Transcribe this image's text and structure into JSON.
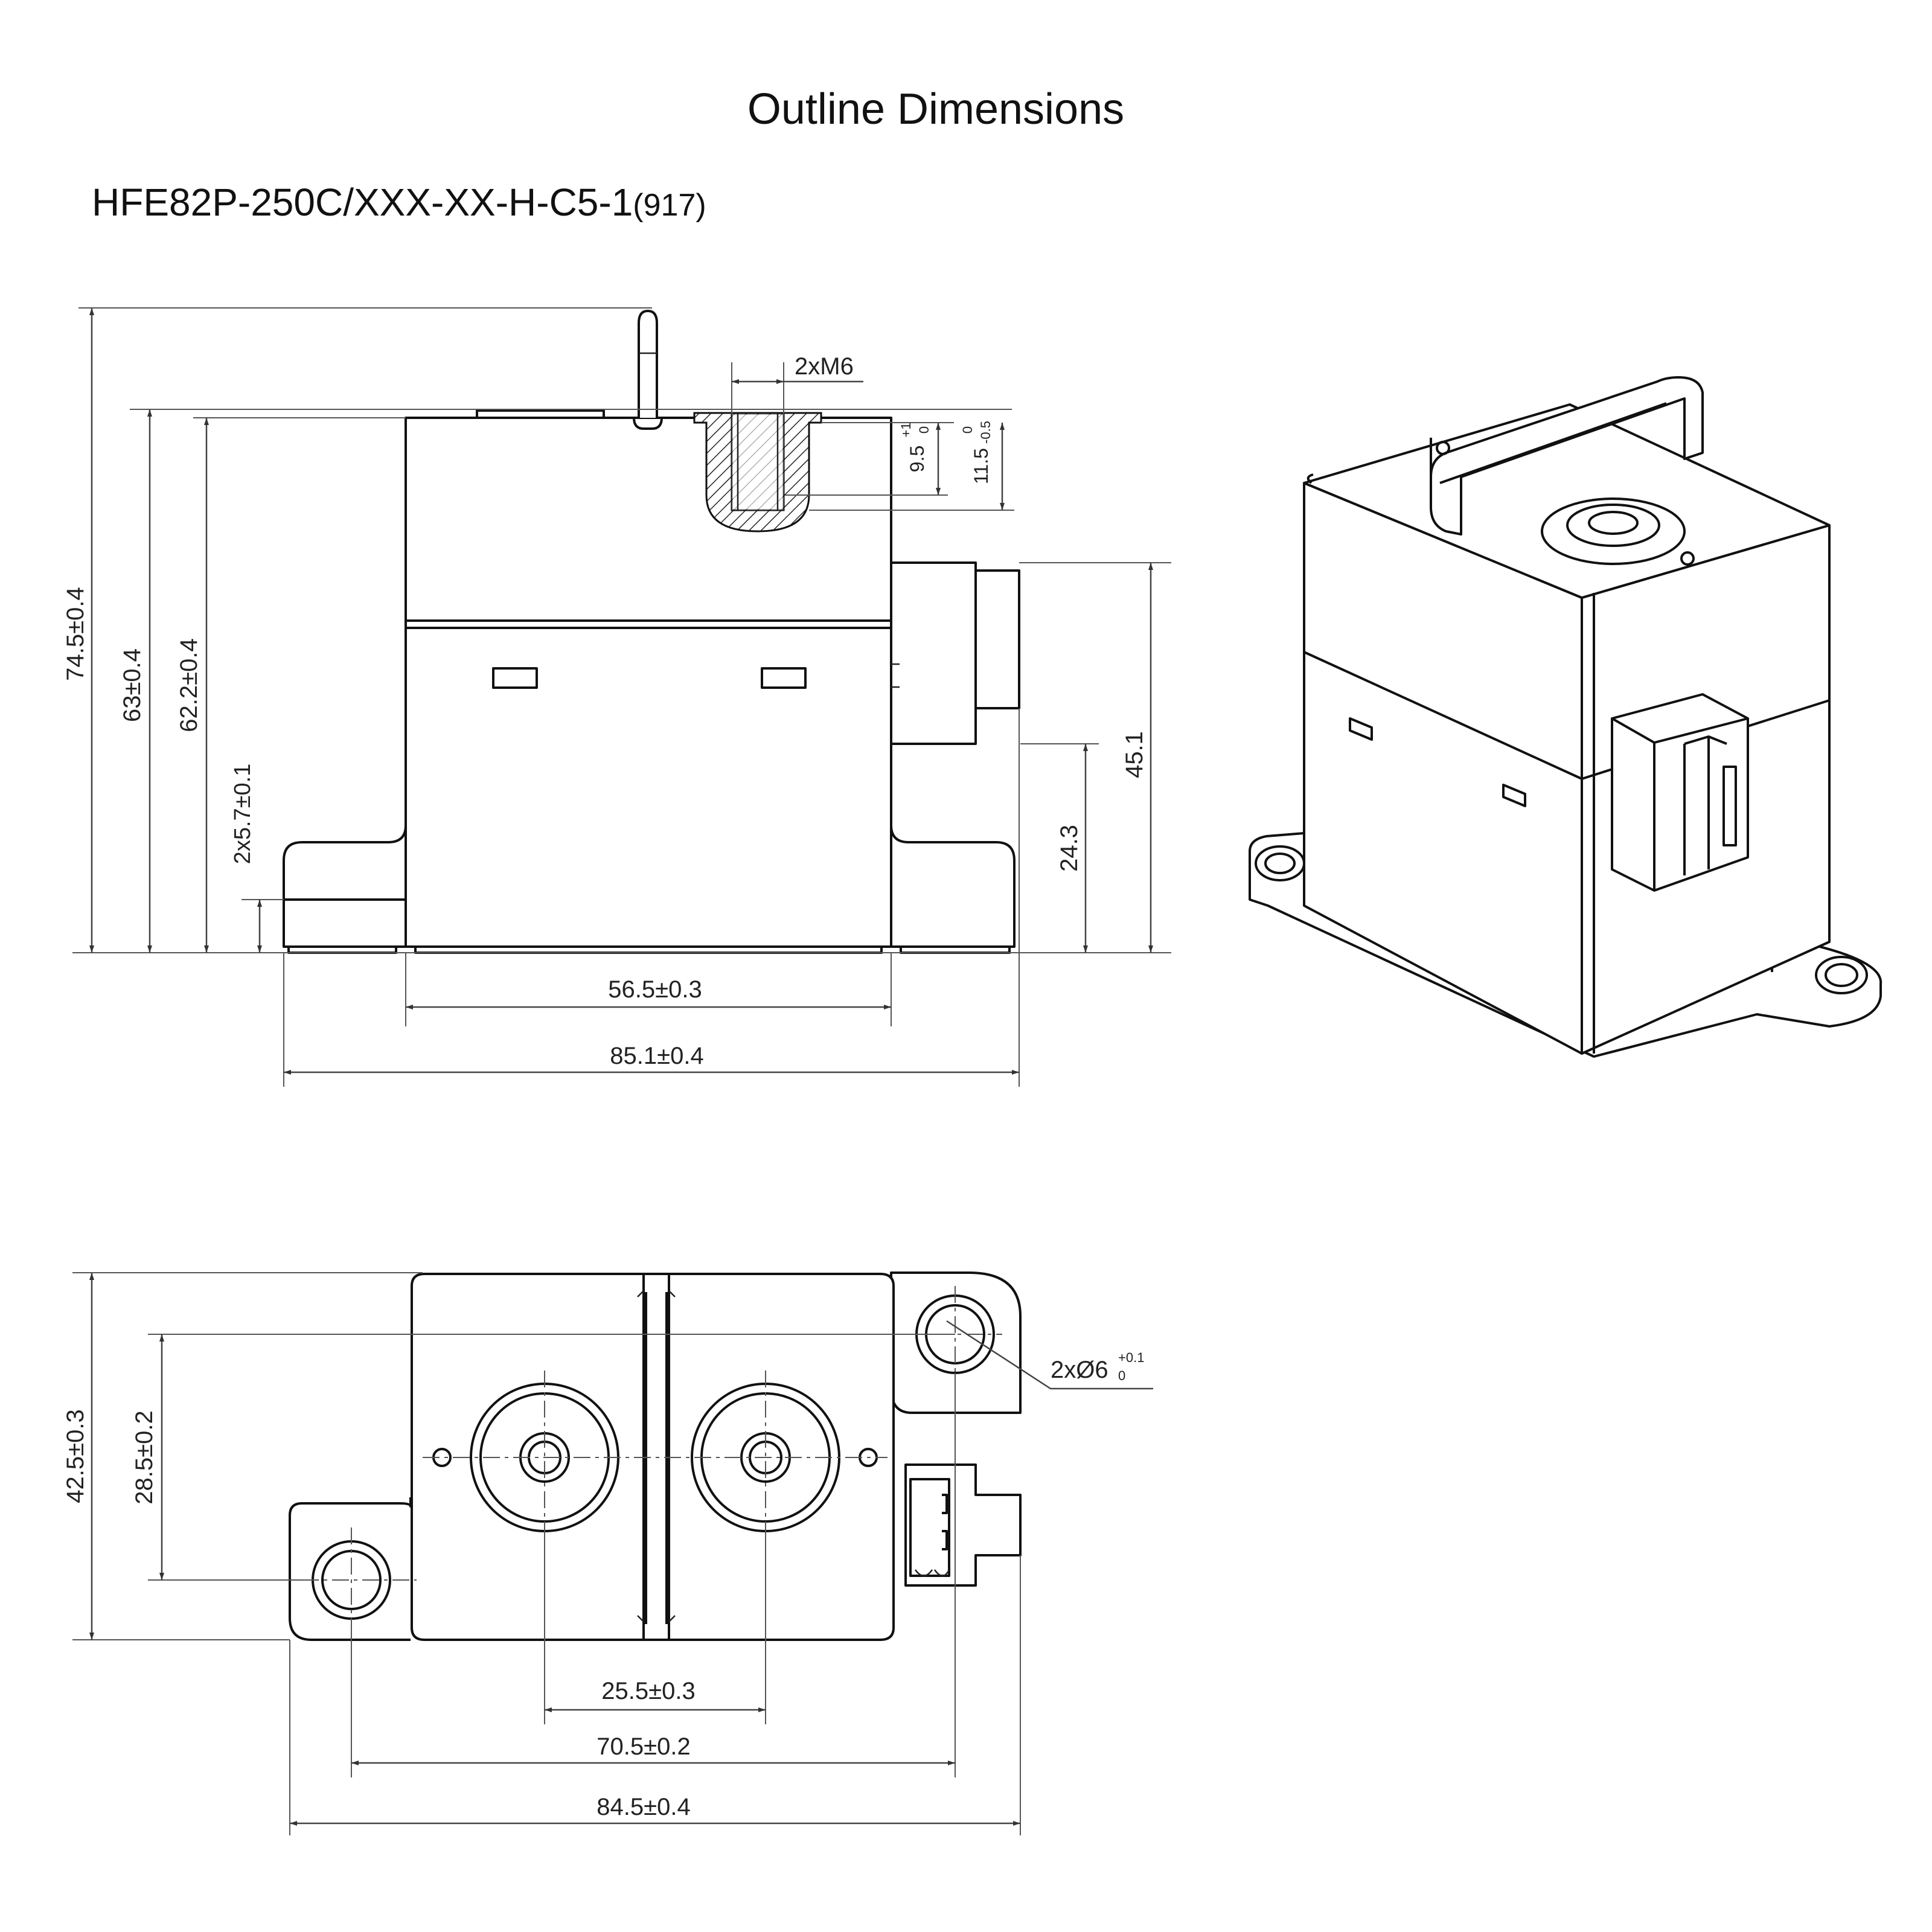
{
  "header": {
    "title": "Outline Dimensions",
    "model": "HFE82P-250C/XXX-XX-H-C5-1",
    "model_suffix": "(917)"
  },
  "front_view": {
    "dims": {
      "overall_height": "74.5±0.4",
      "height_63": "63±0.4",
      "height_62_2": "62.2±0.4",
      "flange_thickness": "2x5.7±0.1",
      "thread": "2xM6",
      "thread_depth": "9.5",
      "thread_depth_tol_upper": "+1",
      "thread_depth_tol_lower": "0",
      "insert_depth": "11.5",
      "insert_depth_tol_upper": "0",
      "insert_depth_tol_lower": "-0.5",
      "connector_top": "45.1",
      "connector_bottom": "24.3",
      "body_width": "56.5±0.3",
      "overall_width": "85.1±0.4"
    }
  },
  "top_view": {
    "dims": {
      "overall_depth": "42.5±0.3",
      "hole_pitch_y": "28.5±0.2",
      "mount_hole": "2xØ6",
      "mount_hole_tol_upper": "+0.1",
      "mount_hole_tol_lower": "0",
      "terminal_pitch": "25.5±0.3",
      "hole_pitch_x": "70.5±0.2",
      "overall_length": "84.5±0.4"
    }
  },
  "colors": {
    "line": "#111111",
    "dimension": "#444444",
    "background": "#ffffff"
  }
}
